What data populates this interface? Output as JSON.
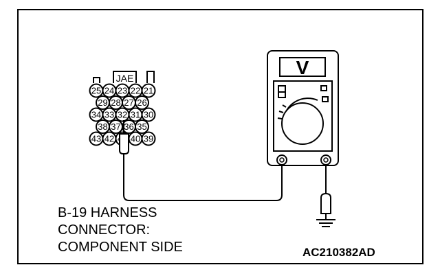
{
  "connector": {
    "maker": "JAE",
    "rows": [
      [
        "25",
        "24",
        "23",
        "22",
        "21"
      ],
      [
        "29",
        "28",
        "27",
        "26"
      ],
      [
        "34",
        "33",
        "32",
        "31",
        "30"
      ],
      [
        "38",
        "37",
        "36",
        "35"
      ],
      [
        "43",
        "42",
        "41",
        "40",
        "39"
      ]
    ]
  },
  "meter": {
    "mode_symbol": "V"
  },
  "caption": {
    "line1": "B-19 HARNESS",
    "line2": "CONNECTOR:",
    "line3": "COMPONENT SIDE"
  },
  "figure_code": "AC210382AD"
}
